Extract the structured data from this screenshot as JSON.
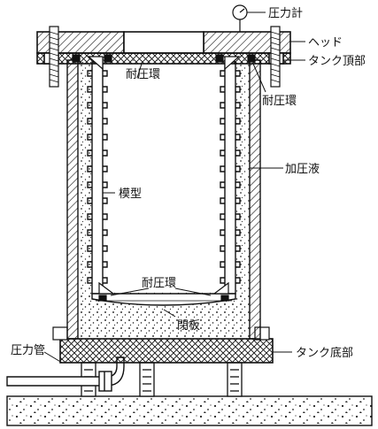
{
  "labels": {
    "pressure_gauge": "圧力計",
    "head": "ヘッド",
    "tank_top": "タンク頂部",
    "pressure_ring_top": "耐圧環",
    "pressure_ring_right": "耐圧環",
    "pressurizing_liquid": "加圧液",
    "model": "模型",
    "pressure_ring_bottom": "耐圧環",
    "closing_plate": "閉板",
    "pressure_pipe": "圧力管",
    "tank_bottom": "タンク底部"
  },
  "colors": {
    "ink": "#111111",
    "paper": "#ffffff",
    "dots": "#333333"
  }
}
